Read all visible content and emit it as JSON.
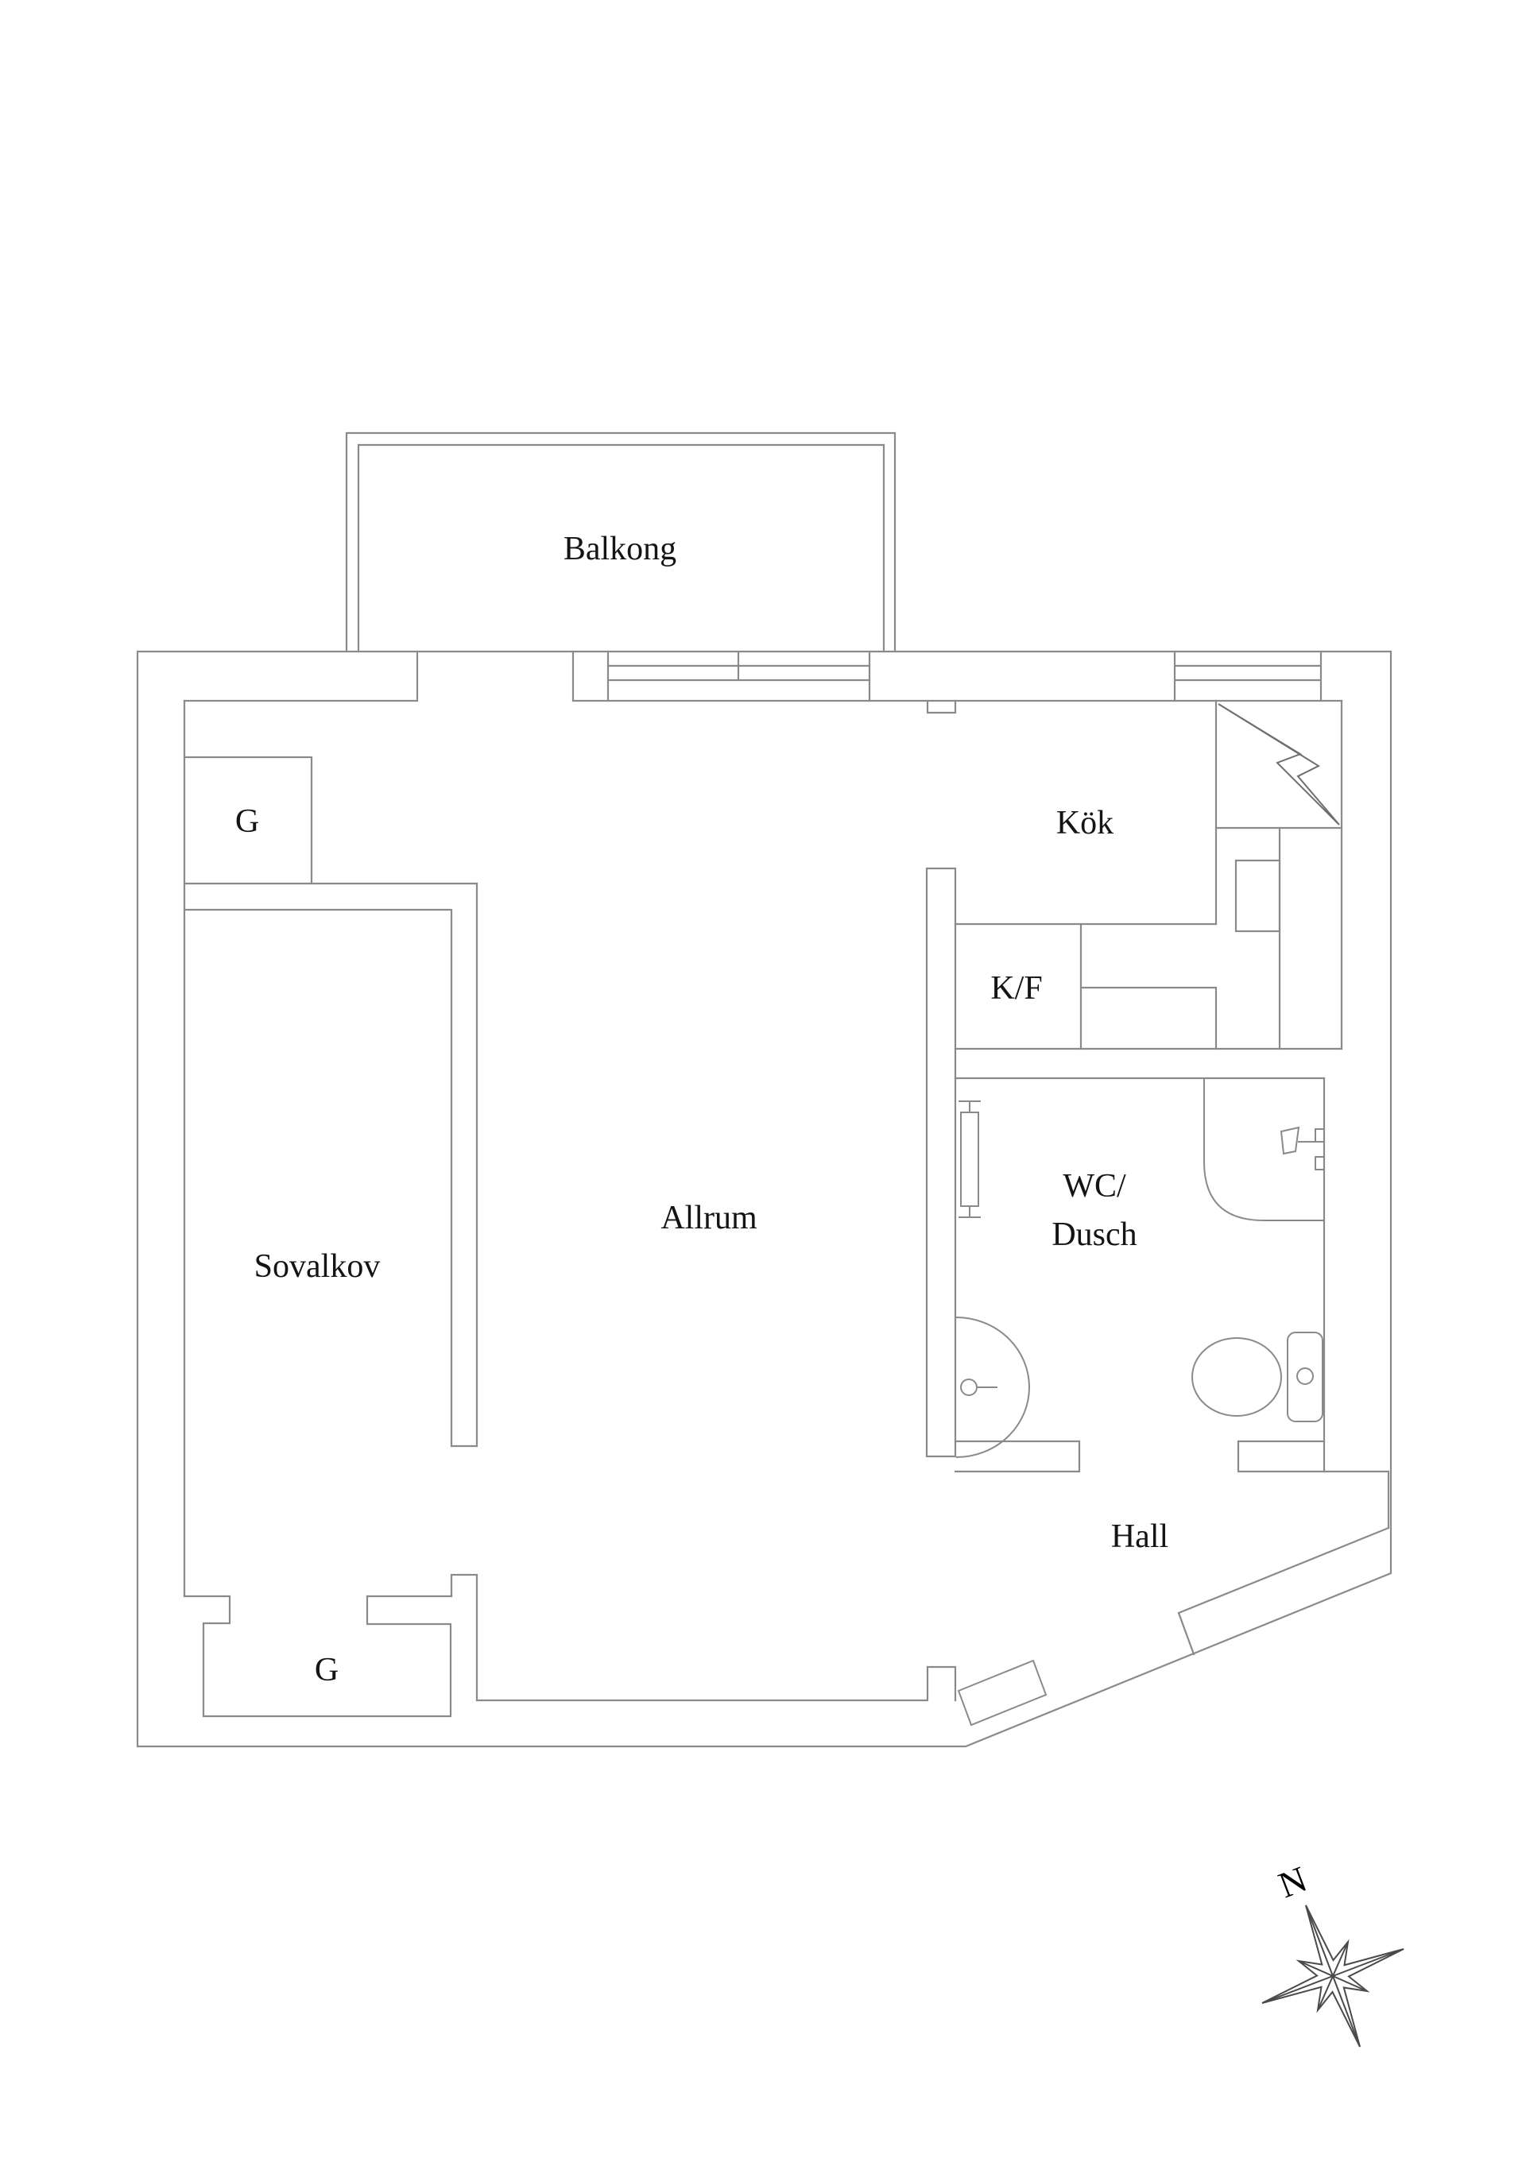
{
  "title": "Apartment floor plan",
  "colors": {
    "background": "#ffffff",
    "wall_line": "#8a8a8a",
    "fixture_line": "#8a8a8a",
    "bolt_line": "#6e6e6e",
    "compass_line": "#4a4a4a",
    "text": "#141414"
  },
  "labels": {
    "balkong": "Balkong",
    "kok": "Kök",
    "kf": "K/F",
    "wc_line1": "WC/",
    "wc_line2": "Dusch",
    "allrum": "Allrum",
    "sovalkov": "Sovalkov",
    "g_top": "G",
    "g_bottom": "G",
    "hall": "Hall",
    "compass_north": "N"
  },
  "icons": [
    "lightning-bolt-icon",
    "toilet-icon",
    "sink-icon",
    "radiator-icon",
    "shower-mixer-icon",
    "door-leaf-icon",
    "compass-rose-icon"
  ]
}
